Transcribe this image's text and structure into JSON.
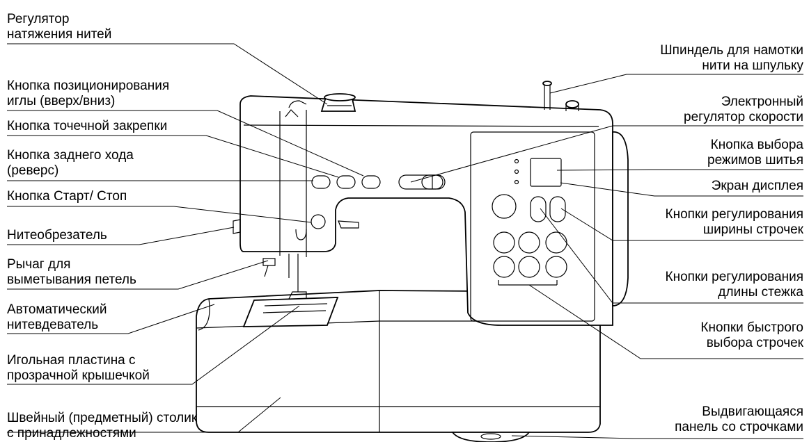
{
  "labels": {
    "thread_tension": [
      "Регулятор",
      "натяжения нитей"
    ],
    "needle_position": [
      "Кнопка позиционирования",
      "иглы (вверх/вниз)"
    ],
    "tack_button": [
      "Кнопка точечной закрепки"
    ],
    "reverse_button": [
      "Кнопка заднего хода",
      "(реверс)"
    ],
    "start_stop": [
      "Кнопка Старт/ Стоп"
    ],
    "thread_cutter": [
      "Нитеобрезатель"
    ],
    "buttonhole_lever": [
      "Рычаг для",
      "выметывания петель"
    ],
    "auto_threader": [
      "Автоматический",
      "нитевдеватель"
    ],
    "needle_plate": [
      "Игольная пластина с",
      "прозрачной крышечкой"
    ],
    "sewing_table": [
      "Швейный (предметный) столик",
      "с принадлежностями"
    ],
    "bobbin_winder": [
      "Шпиндель для намотки",
      "нити на шпульку"
    ],
    "speed_regulator": [
      "Электронный",
      "регулятор скорости"
    ],
    "mode_button": [
      "Кнопка выбора",
      "режимов шитья"
    ],
    "display": [
      "Экран дисплея"
    ],
    "width_buttons": [
      "Кнопки регулирования",
      "ширины строчек"
    ],
    "length_buttons": [
      "Кнопки регулирования",
      "длины стежка"
    ],
    "quick_buttons": [
      "Кнопки быстрого",
      "выбора строчек"
    ],
    "stitch_panel": [
      "Выдвигающаяся",
      "панель со строчками"
    ]
  }
}
